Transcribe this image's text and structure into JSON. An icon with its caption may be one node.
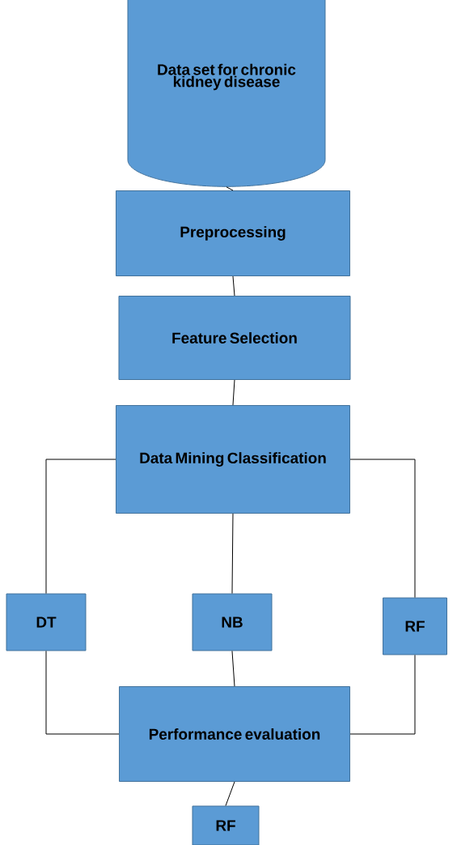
{
  "diagram": {
    "nodes": [
      {
        "text": [
          "Data set for chronic kidney disease"
        ]
      },
      {
        "text": [
          "Preprocessing"
        ]
      },
      {
        "text": [
          "Feature Selection"
        ]
      },
      {
        "text": [
          "Data Mining Classification"
        ]
      },
      {
        "text": [
          "DT"
        ]
      },
      {
        "text": [
          "NB"
        ]
      },
      {
        "text": [
          "RF"
        ]
      },
      {
        "text": [
          "Performance evaluation"
        ]
      },
      {
        "text": [
          "RF"
        ]
      }
    ],
    "edges": [
      {
        "from": 0,
        "to": 1,
        "arrow": "none"
      },
      {
        "from": 1,
        "to": 2,
        "arrow": "none"
      },
      {
        "from": 2,
        "to": 3,
        "arrow": "none"
      },
      {
        "from": 3,
        "to": 4,
        "arrow": "none"
      },
      {
        "from": 3,
        "to": 5,
        "arrow": "none"
      },
      {
        "from": 3,
        "to": 6,
        "arrow": "none"
      },
      {
        "from": 4,
        "to": 7,
        "arrow": "none"
      },
      {
        "from": 5,
        "to": 7,
        "arrow": "none"
      },
      {
        "from": 6,
        "to": 7,
        "arrow": "none"
      },
      {
        "from": 7,
        "to": 8,
        "arrow": "none"
      }
    ]
  }
}
